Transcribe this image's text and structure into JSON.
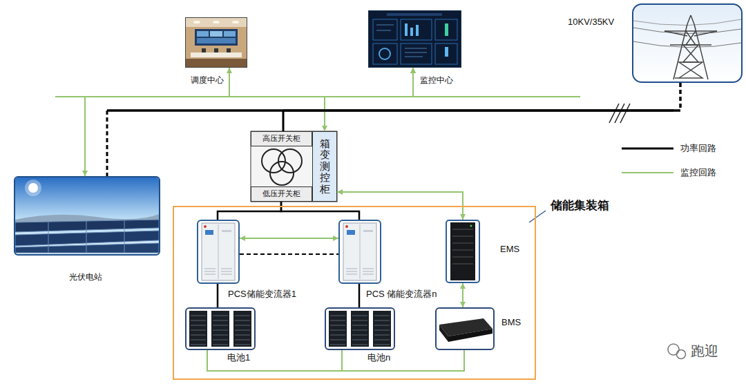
{
  "diagram": {
    "nodes": [
      {
        "text": [
          "调度中心"
        ]
      },
      {
        "text": [
          "监控中心"
        ]
      },
      {
        "text": [
          "10KV/35KV"
        ]
      },
      {
        "text": [
          "光伏电站"
        ]
      },
      {
        "text": [
          "高压开关柜"
        ]
      },
      {
        "text": [
          "箱变测控柜"
        ]
      },
      {
        "text": [
          "低压开关柜"
        ]
      },
      {
        "text": [
          "储能集装箱"
        ]
      },
      {
        "text": [
          "PCS储能变流器1"
        ],
        "in": 7
      },
      {
        "text": [
          "PCS 储能变流器n"
        ],
        "in": 7
      },
      {
        "text": [
          "EMS"
        ],
        "in": 7
      },
      {
        "text": [
          "电池1"
        ],
        "in": 7
      },
      {
        "text": [
          "电池n"
        ],
        "in": 7
      },
      {
        "text": [
          "BMS"
        ],
        "in": 7
      }
    ],
    "edges": [
      {
        "from": 1,
        "to": 0,
        "arrow": "both"
      },
      {
        "from": 1,
        "to": 3,
        "arrow": "both"
      },
      {
        "from": 1,
        "to": 5,
        "arrow": "both"
      },
      {
        "from": 2,
        "to": 4,
        "arrow": "none"
      },
      {
        "from": 2,
        "to": 3,
        "arrow": "none"
      },
      {
        "from": 6,
        "to": 8,
        "arrow": "none"
      },
      {
        "from": 6,
        "to": 9,
        "arrow": "none"
      },
      {
        "from": 8,
        "to": 11,
        "arrow": "none"
      },
      {
        "from": 9,
        "to": 12,
        "arrow": "none"
      },
      {
        "from": 8,
        "to": 9,
        "arrow": "both"
      },
      {
        "from": 8,
        "to": 9,
        "arrow": "none"
      },
      {
        "from": 10,
        "to": 5,
        "arrow": "both"
      },
      {
        "from": 10,
        "to": 13,
        "arrow": "both"
      },
      {
        "from": 13,
        "to": 11,
        "arrow": "none"
      },
      {
        "from": 13,
        "to": 12,
        "arrow": "none"
      }
    ],
    "labels": [
      "跑迎"
    ],
    "legend": [
      {
        "text": "功率回路"
      },
      {
        "text": "监控回路"
      }
    ]
  }
}
